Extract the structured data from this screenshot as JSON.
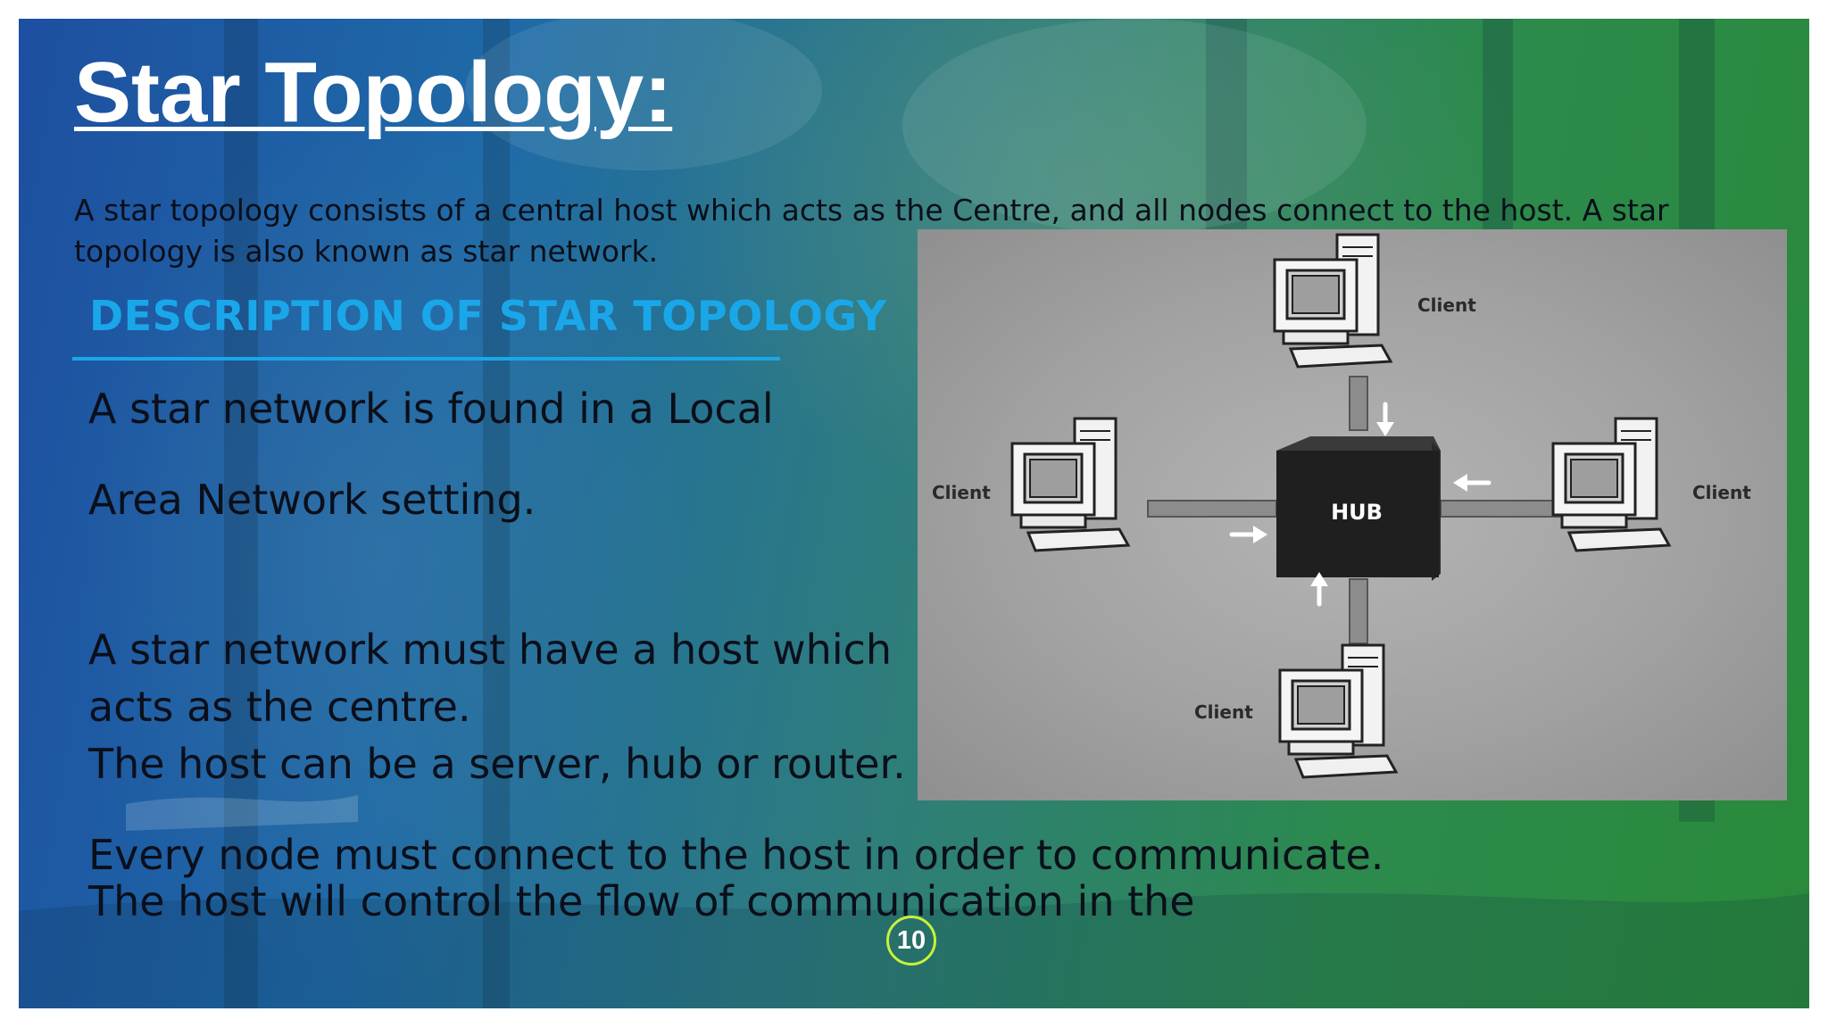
{
  "slide": {
    "title": "Star Topology:",
    "intro": "A star topology consists of a central host which acts as the Centre, and all nodes connect to the host. A star topology is also known as star network.",
    "section_heading": "DESCRIPTION OF STAR TOPOLOGY",
    "paragraphs": [
      "A star network is found in a Local",
      "Area Network setting.",
      "A star network must have a host which",
      "acts as the centre.",
      "The host can be a server, hub or router.",
      "Every node must connect to the host in order to communicate.",
      "The host will control the flow of communication in the"
    ],
    "page_number": "10"
  },
  "diagram": {
    "hub_label": "HUB",
    "client_labels": [
      "Client",
      "Client",
      "Client",
      "Client"
    ]
  },
  "colors": {
    "heading_blue": "#1aa7ea",
    "page_number_ring": "#c6f23a"
  }
}
